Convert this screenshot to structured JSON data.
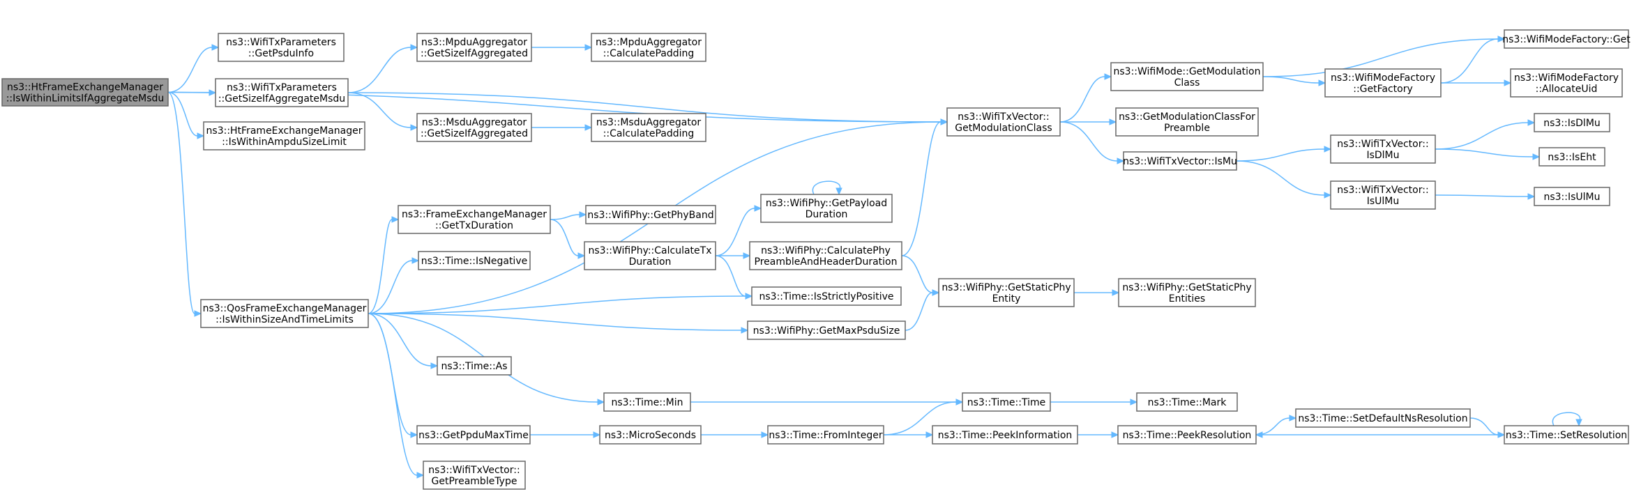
{
  "graph": {
    "nodes": [
      {
        "id": "root",
        "lines": [
          "ns3::HtFrameExchangeManager",
          "::IsWithinLimitsIfAggregateMsdu"
        ],
        "highlight": true
      },
      {
        "id": "getPsduInfo",
        "lines": [
          "ns3::WifiTxParameters",
          "::GetPsduInfo"
        ]
      },
      {
        "id": "getSizeIfAggMsdu",
        "lines": [
          "ns3::WifiTxParameters",
          "::GetSizeIfAggregateMsdu"
        ]
      },
      {
        "id": "ampduLimit",
        "lines": [
          "ns3::HtFrameExchangeManager",
          "::IsWithinAmpduSizeLimit"
        ]
      },
      {
        "id": "qosLimits",
        "lines": [
          "ns3::QosFrameExchangeManager",
          "::IsWithinSizeAndTimeLimits"
        ]
      },
      {
        "id": "mpduGetSize",
        "lines": [
          "ns3::MpduAggregator",
          "::GetSizeIfAggregated"
        ]
      },
      {
        "id": "mpduPad",
        "lines": [
          "ns3::MpduAggregator",
          "::CalculatePadding"
        ]
      },
      {
        "id": "msduGetSize",
        "lines": [
          "ns3::MsduAggregator",
          "::GetSizeIfAggregated"
        ]
      },
      {
        "id": "msduPad",
        "lines": [
          "ns3::MsduAggregator",
          "::CalculatePadding"
        ]
      },
      {
        "id": "getTxDuration",
        "lines": [
          "ns3::FrameExchangeManager",
          "::GetTxDuration"
        ]
      },
      {
        "id": "isNegative",
        "lines": [
          "ns3::Time::IsNegative"
        ]
      },
      {
        "id": "timeAs",
        "lines": [
          "ns3::Time::As"
        ]
      },
      {
        "id": "timeMin",
        "lines": [
          "ns3::Time::Min"
        ]
      },
      {
        "id": "getPpduMaxTime",
        "lines": [
          "ns3::GetPpduMaxTime"
        ]
      },
      {
        "id": "getPreambleType",
        "lines": [
          "ns3::WifiTxVector::",
          "GetPreambleType"
        ]
      },
      {
        "id": "getPhyBand",
        "lines": [
          "ns3::WifiPhy::GetPhyBand"
        ]
      },
      {
        "id": "calcTxDuration",
        "lines": [
          "ns3::WifiPhy::CalculateTx",
          "Duration"
        ]
      },
      {
        "id": "microSeconds",
        "lines": [
          "ns3::MicroSeconds"
        ]
      },
      {
        "id": "payloadDuration",
        "lines": [
          "ns3::WifiPhy::GetPayload",
          "Duration"
        ]
      },
      {
        "id": "calcPreamble",
        "lines": [
          "ns3::WifiPhy::CalculatePhy",
          "PreambleAndHeaderDuration"
        ]
      },
      {
        "id": "strictlyPositive",
        "lines": [
          "ns3::Time::IsStrictlyPositive"
        ]
      },
      {
        "id": "maxPsduSize",
        "lines": [
          "ns3::WifiPhy::GetMaxPsduSize"
        ]
      },
      {
        "id": "fromInteger",
        "lines": [
          "ns3::Time::FromInteger"
        ]
      },
      {
        "id": "getModClass",
        "lines": [
          "ns3::WifiTxVector::",
          "GetModulationClass"
        ]
      },
      {
        "id": "staticPhyEntity",
        "lines": [
          "ns3::WifiPhy::GetStaticPhy",
          "Entity"
        ]
      },
      {
        "id": "timeTime",
        "lines": [
          "ns3::Time::Time"
        ]
      },
      {
        "id": "peekInfo",
        "lines": [
          "ns3::Time::PeekInformation"
        ]
      },
      {
        "id": "modeGetModClass",
        "lines": [
          "ns3::WifiMode::GetModulation",
          "Class"
        ]
      },
      {
        "id": "modClassForPreamble",
        "lines": [
          "ns3::GetModulationClassFor",
          "Preamble"
        ]
      },
      {
        "id": "isMu",
        "lines": [
          "ns3::WifiTxVector::IsMu"
        ]
      },
      {
        "id": "staticPhyEntities",
        "lines": [
          "ns3::WifiPhy::GetStaticPhy",
          "Entities"
        ]
      },
      {
        "id": "timeMark",
        "lines": [
          "ns3::Time::Mark"
        ]
      },
      {
        "id": "peekResolution",
        "lines": [
          "ns3::Time::PeekResolution"
        ]
      },
      {
        "id": "modeFactoryGetFactory",
        "lines": [
          "ns3::WifiModeFactory",
          "::GetFactory"
        ]
      },
      {
        "id": "vecIsDlMu",
        "lines": [
          "ns3::WifiTxVector::",
          "IsDlMu"
        ]
      },
      {
        "id": "vecIsUlMu",
        "lines": [
          "ns3::WifiTxVector::",
          "IsUlMu"
        ]
      },
      {
        "id": "setDefaultNsRes",
        "lines": [
          "ns3::Time::SetDefaultNsResolution"
        ]
      },
      {
        "id": "modeFactoryGet",
        "lines": [
          "ns3::WifiModeFactory::Get"
        ]
      },
      {
        "id": "allocateUid",
        "lines": [
          "ns3::WifiModeFactory",
          "::AllocateUid"
        ]
      },
      {
        "id": "isDlMu",
        "lines": [
          "ns3::IsDlMu"
        ]
      },
      {
        "id": "isEht",
        "lines": [
          "ns3::IsEht"
        ]
      },
      {
        "id": "isUlMu",
        "lines": [
          "ns3::IsUlMu"
        ]
      },
      {
        "id": "setResolution",
        "lines": [
          "ns3::Time::SetResolution"
        ]
      }
    ],
    "edges": [
      [
        "root",
        "getPsduInfo"
      ],
      [
        "root",
        "getSizeIfAggMsdu"
      ],
      [
        "root",
        "ampduLimit"
      ],
      [
        "root",
        "qosLimits"
      ],
      [
        "root",
        "getModClass"
      ],
      [
        "getSizeIfAggMsdu",
        "mpduGetSize"
      ],
      [
        "getSizeIfAggMsdu",
        "msduGetSize"
      ],
      [
        "getSizeIfAggMsdu",
        "getModClass"
      ],
      [
        "mpduGetSize",
        "mpduPad"
      ],
      [
        "msduGetSize",
        "msduPad"
      ],
      [
        "qosLimits",
        "getModClass"
      ],
      [
        "qosLimits",
        "getTxDuration"
      ],
      [
        "qosLimits",
        "isNegative"
      ],
      [
        "qosLimits",
        "strictlyPositive"
      ],
      [
        "qosLimits",
        "maxPsduSize"
      ],
      [
        "qosLimits",
        "timeAs"
      ],
      [
        "qosLimits",
        "timeMin"
      ],
      [
        "qosLimits",
        "getPpduMaxTime"
      ],
      [
        "qosLimits",
        "getPreambleType"
      ],
      [
        "getTxDuration",
        "getPhyBand"
      ],
      [
        "getTxDuration",
        "calcTxDuration"
      ],
      [
        "calcTxDuration",
        "payloadDuration"
      ],
      [
        "calcTxDuration",
        "calcPreamble"
      ],
      [
        "calcTxDuration",
        "strictlyPositive"
      ],
      [
        "payloadDuration",
        "payloadDuration"
      ],
      [
        "calcPreamble",
        "getModClass"
      ],
      [
        "calcPreamble",
        "staticPhyEntity"
      ],
      [
        "maxPsduSize",
        "staticPhyEntity"
      ],
      [
        "staticPhyEntity",
        "staticPhyEntities"
      ],
      [
        "getModClass",
        "modeGetModClass"
      ],
      [
        "getModClass",
        "modClassForPreamble"
      ],
      [
        "getModClass",
        "isMu"
      ],
      [
        "modeGetModClass",
        "modeFactoryGet"
      ],
      [
        "modeGetModClass",
        "modeFactoryGetFactory"
      ],
      [
        "modeFactoryGetFactory",
        "modeFactoryGet"
      ],
      [
        "modeFactoryGetFactory",
        "allocateUid"
      ],
      [
        "isMu",
        "vecIsDlMu"
      ],
      [
        "isMu",
        "vecIsUlMu"
      ],
      [
        "vecIsDlMu",
        "isDlMu"
      ],
      [
        "vecIsDlMu",
        "isEht"
      ],
      [
        "vecIsUlMu",
        "isUlMu"
      ],
      [
        "timeMin",
        "timeTime"
      ],
      [
        "timeTime",
        "timeMark"
      ],
      [
        "getPpduMaxTime",
        "microSeconds"
      ],
      [
        "microSeconds",
        "fromInteger"
      ],
      [
        "fromInteger",
        "timeTime"
      ],
      [
        "fromInteger",
        "peekInfo"
      ],
      [
        "peekInfo",
        "peekResolution"
      ],
      [
        "peekResolution",
        "setDefaultNsRes"
      ],
      [
        "setDefaultNsRes",
        "setResolution"
      ],
      [
        "setResolution",
        "peekResolution"
      ],
      [
        "setResolution",
        "setResolution"
      ]
    ]
  }
}
